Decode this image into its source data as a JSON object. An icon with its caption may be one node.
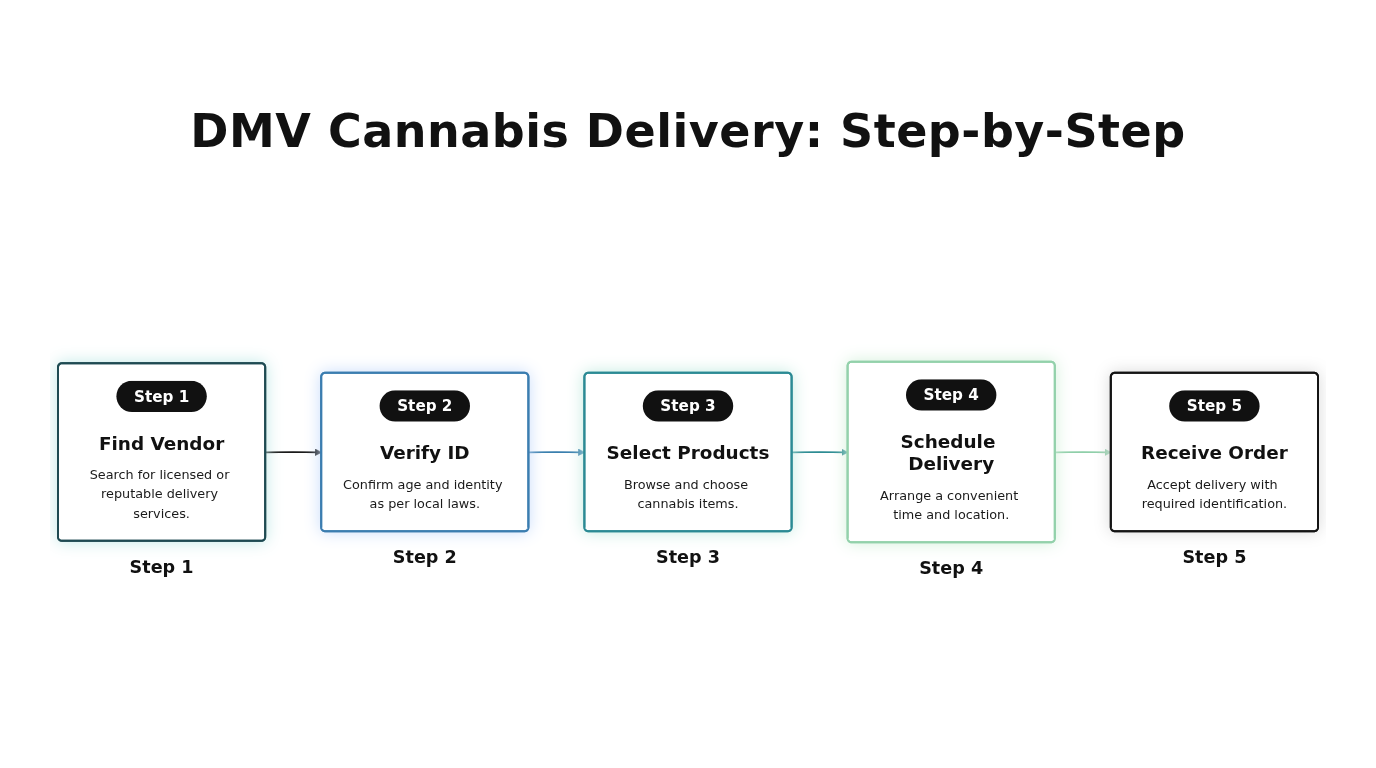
{
  "diagram": {
    "title": "DMV Cannabis Delivery: Step-by-Step",
    "nodes": [
      {
        "text": [
          "Step 1",
          "Find Vendor",
          "Search for licensed or reputable delivery services."
        ],
        "beside": [
          "Step 1"
        ]
      },
      {
        "text": [
          "Step 2",
          "Verify ID",
          "Confirm age and identity as per local laws."
        ],
        "beside": [
          "Step 2"
        ]
      },
      {
        "text": [
          "Step 3",
          "Select Products",
          "Browse and choose cannabis items."
        ],
        "beside": [
          "Step 3"
        ]
      },
      {
        "text": [
          "Step 4",
          "Schedule Delivery",
          "Arrange a convenient time and location."
        ],
        "beside": [
          "Step 4"
        ]
      },
      {
        "text": [
          "Step 5",
          "Receive Order",
          "Accept delivery with required identification."
        ],
        "beside": [
          "Step 5"
        ]
      }
    ],
    "edges": [
      {
        "from": 0,
        "to": 1,
        "arrow": "to",
        "color": "#1a1a1a"
      },
      {
        "from": 1,
        "to": 2,
        "arrow": "to",
        "color": "#3a7fae"
      },
      {
        "from": 2,
        "to": 3,
        "arrow": "to",
        "color": "#2d8c93"
      },
      {
        "from": 3,
        "to": 4,
        "arrow": "to",
        "color": "#8fcfa9"
      }
    ]
  }
}
